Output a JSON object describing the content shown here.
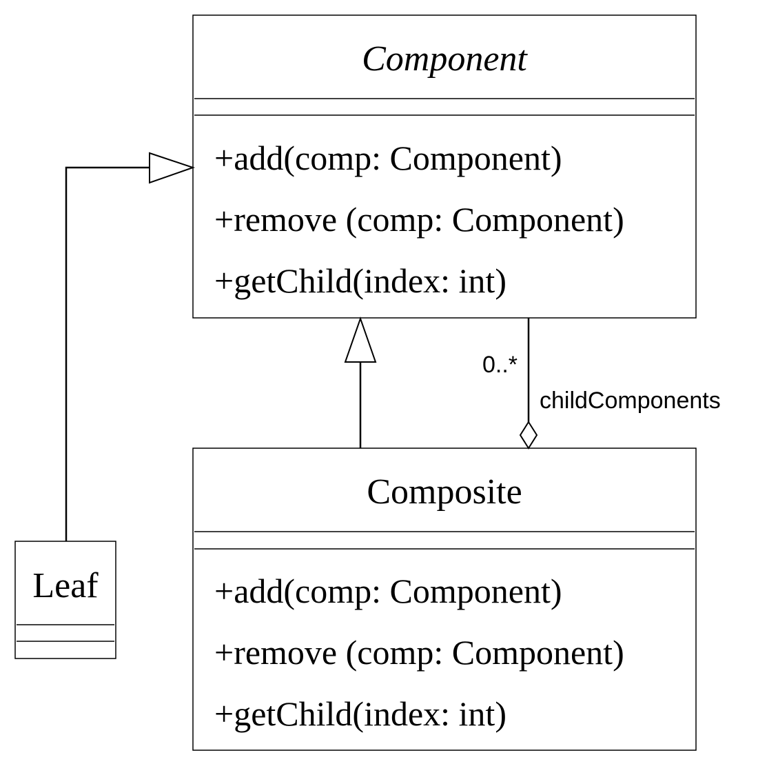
{
  "classes": {
    "component": {
      "name": "Component",
      "abstract": true,
      "operations": [
        "+add(comp: Component)",
        "+remove (comp: Component)",
        "+getChild(index: int)"
      ]
    },
    "composite": {
      "name": "Composite",
      "operations": [
        "+add(comp: Component)",
        "+remove (comp: Component)",
        "+getChild(index: int)"
      ]
    },
    "leaf": {
      "name": "Leaf"
    }
  },
  "relations": {
    "leaf_generalization": {
      "from": "Leaf",
      "to": "Component",
      "kind": "generalization"
    },
    "composite_generalization": {
      "from": "Composite",
      "to": "Component",
      "kind": "generalization"
    },
    "aggregation": {
      "from": "Composite",
      "to": "Component",
      "kind": "aggregation",
      "multiplicity": "0..*",
      "role": "childComponents"
    }
  }
}
